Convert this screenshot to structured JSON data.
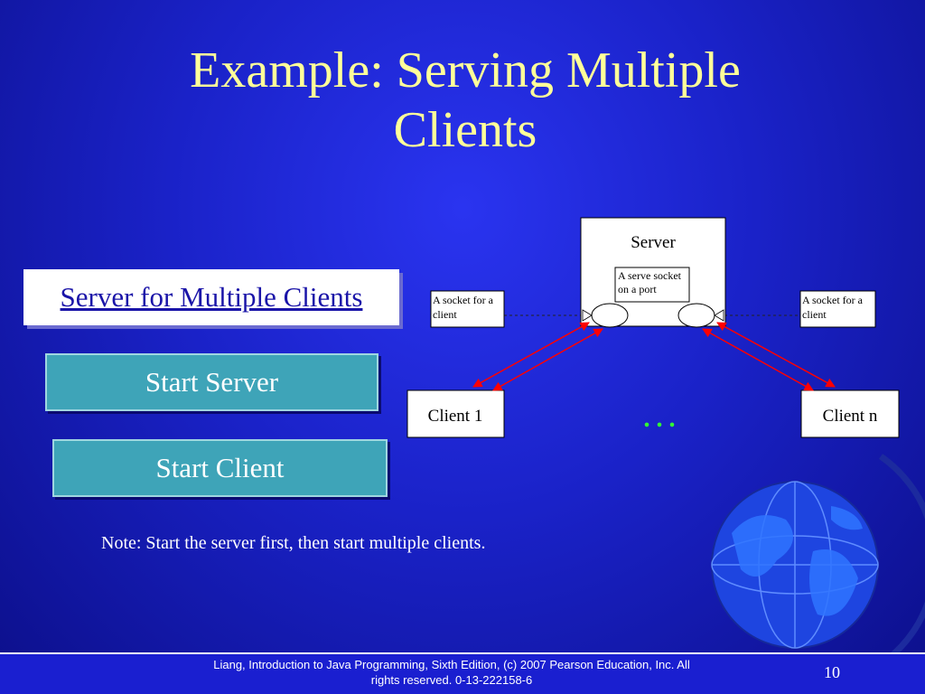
{
  "slide": {
    "title_line1": "Example: Serving Multiple",
    "title_line2": "Clients",
    "link_label": "Server for Multiple Clients",
    "start_server_label": "Start Server",
    "start_client_label": "Start Client",
    "note": "Note: Start the server first, then start multiple clients.",
    "footer_line1": "Liang, Introduction to Java Programming, Sixth Edition, (c) 2007 Pearson Education, Inc. All",
    "footer_line2": "rights reserved. 0-13-222158-6",
    "page_number": "10"
  },
  "diagram": {
    "server_label": "Server",
    "server_socket_line1": "A serve socket",
    "server_socket_line2": "on a  port",
    "left_socket_line1": "A socket for a",
    "left_socket_line2": "client",
    "right_socket_line1": "A socket for a",
    "right_socket_line2": "client",
    "client1_label": "Client 1",
    "clientn_label": "Client n",
    "ellipsis": ". . .",
    "arrow_color": "#ff0000",
    "ellipsis_color": "#33ff33"
  },
  "colors": {
    "title": "#ffff99",
    "button_fill": "#3ea4b8",
    "link": "#1a14a8"
  }
}
